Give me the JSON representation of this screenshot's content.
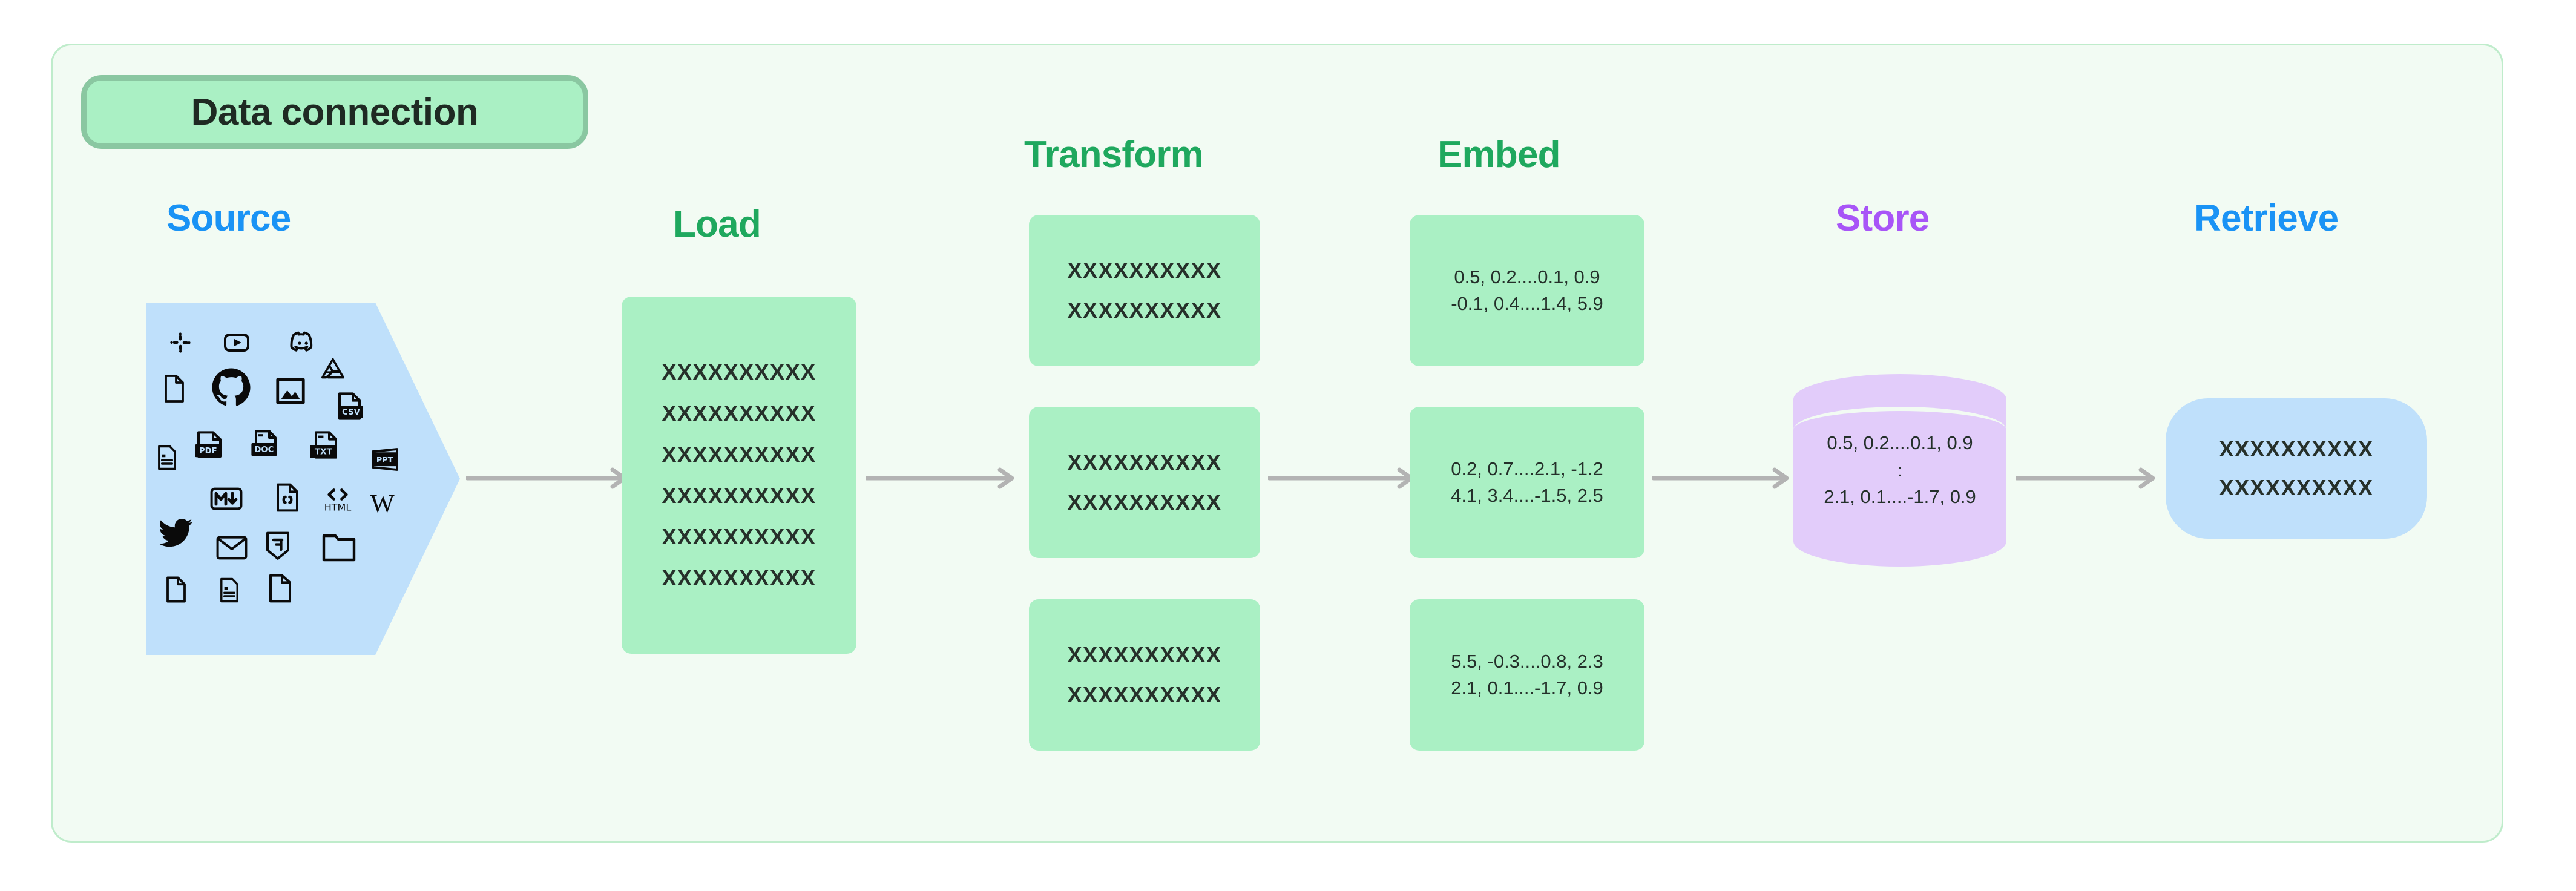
{
  "badge": {
    "label": "Data connection"
  },
  "colors": {
    "panel_bg": "#f2fbf3",
    "panel_border": "#bfeccb",
    "badge_bg": "#aaf0c4",
    "badge_border": "#8ac7a1",
    "green_box": "#aaf0c4",
    "blue_shape": "#bfe0fb",
    "purple_cylinder": "#e2ccfa",
    "arrow_gray": "#b3b3b3",
    "heading_blue": "#1a93f5",
    "heading_green": "#1fa85e",
    "heading_purple": "#a855f7",
    "text_dark": "#24302a"
  },
  "stages": [
    {
      "id": "source",
      "label": "Source",
      "color": "#1a93f5"
    },
    {
      "id": "load",
      "label": "Load",
      "color": "#1fa85e"
    },
    {
      "id": "transform",
      "label": "Transform",
      "color": "#1fa85e"
    },
    {
      "id": "embed",
      "label": "Embed",
      "color": "#1fa85e"
    },
    {
      "id": "store",
      "label": "Store",
      "color": "#a855f7"
    },
    {
      "id": "retrieve",
      "label": "Retrieve",
      "color": "#1a93f5"
    }
  ],
  "source": {
    "icons": [
      "slack-icon",
      "youtube-icon",
      "discord-icon",
      "file-icon",
      "github-icon",
      "image-icon",
      "google-drive-icon",
      "csv-file-icon",
      "document-lines-icon",
      "pdf-file-icon",
      "doc-file-icon",
      "txt-file-icon",
      "ppt-file-icon",
      "markdown-icon",
      "json-file-icon",
      "html-icon",
      "wikipedia-icon",
      "twitter-icon",
      "email-icon",
      "css3-icon",
      "folder-icon",
      "file-icon-2",
      "document-lines-icon-2",
      "file-icon-3"
    ]
  },
  "load": {
    "lines": [
      "XXXXXXXXXX",
      "XXXXXXXXXX",
      "XXXXXXXXXX",
      "XXXXXXXXXX",
      "XXXXXXXXXX",
      "XXXXXXXXXX"
    ]
  },
  "transform": {
    "boxes": [
      {
        "lines": [
          "XXXXXXXXXX",
          "XXXXXXXXXX"
        ]
      },
      {
        "lines": [
          "XXXXXXXXXX",
          "XXXXXXXXXX"
        ]
      },
      {
        "lines": [
          "XXXXXXXXXX",
          "XXXXXXXXXX"
        ]
      }
    ]
  },
  "embed": {
    "boxes": [
      {
        "lines": [
          "0.5, 0.2....0.1, 0.9",
          "-0.1, 0.4....1.4, 5.9"
        ]
      },
      {
        "lines": [
          "0.2, 0.7....2.1, -1.2",
          "4.1, 3.4....-1.5, 2.5"
        ]
      },
      {
        "lines": [
          "5.5, -0.3....0.8, 2.3",
          "2.1, 0.1....-1.7, 0.9"
        ]
      }
    ]
  },
  "store": {
    "lines": [
      "0.5, 0.2....0.1, 0.9",
      ":",
      "2.1, 0.1....-1.7, 0.9"
    ]
  },
  "retrieve": {
    "lines": [
      "XXXXXXXXXX",
      "XXXXXXXXXX"
    ]
  },
  "arrows": [
    {
      "name": "arrow-source-to-load"
    },
    {
      "name": "arrow-load-to-transform"
    },
    {
      "name": "arrow-transform-to-embed"
    },
    {
      "name": "arrow-embed-to-store"
    },
    {
      "name": "arrow-store-to-retrieve"
    }
  ]
}
